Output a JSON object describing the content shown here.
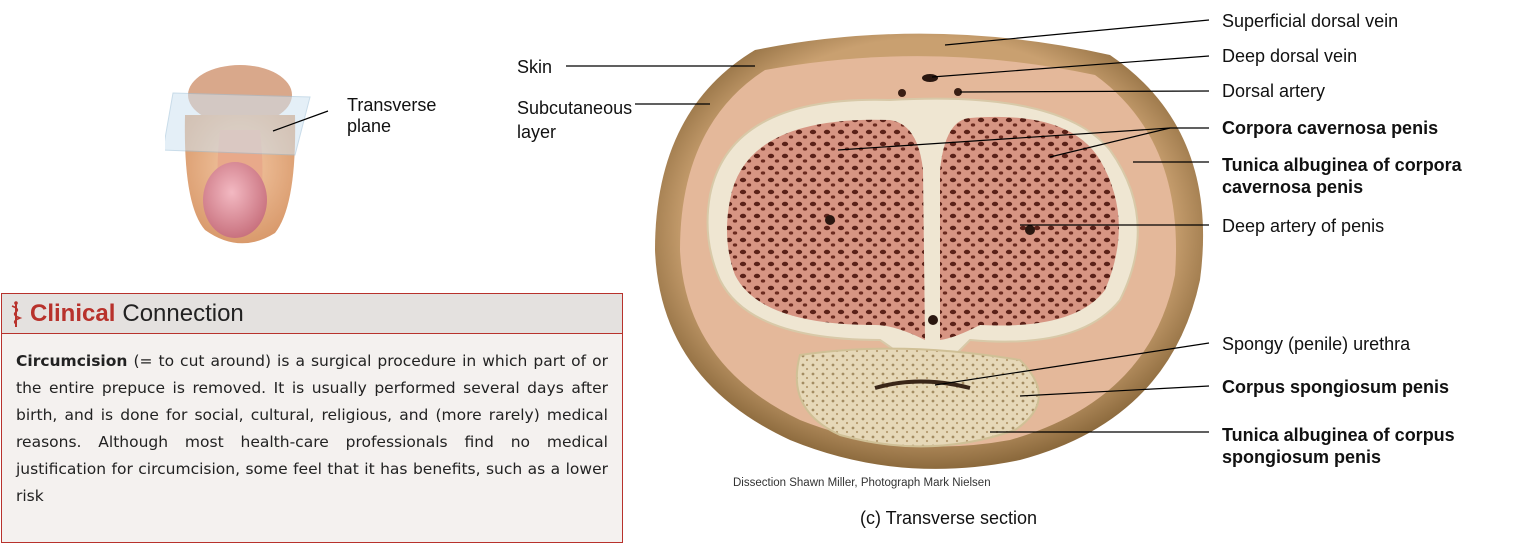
{
  "orientation_figure": {
    "plane_label": "Transverse plane"
  },
  "left_labels": {
    "skin": "Skin",
    "subcutaneous": "Subcutaneous layer"
  },
  "right_labels": [
    {
      "text": "Superficial dorsal vein",
      "bold": false
    },
    {
      "text": "Deep dorsal vein",
      "bold": false
    },
    {
      "text": "Dorsal artery",
      "bold": false
    },
    {
      "text": "Corpora cavernosa penis",
      "bold": true
    },
    {
      "text": "Tunica albuginea of corpora cavernosa penis",
      "bold": true
    },
    {
      "text": "Deep artery of penis",
      "bold": false
    },
    {
      "text": "Spongy (penile) urethra",
      "bold": false
    },
    {
      "text": "Corpus spongiosum penis",
      "bold": true
    },
    {
      "text": "Tunica albuginea of corpus spongiosum penis",
      "bold": true
    }
  ],
  "clinical": {
    "keyword": "Clinical",
    "rest": "Connection",
    "term": "Circumcision",
    "text": " (= to cut around) is a surgical procedure in which part of or the entire prepuce is removed. It is usually performed several days after birth, and is done for social, cultural, religious, and (more rarely) medical reasons. Although most health-care professionals find no medical justification for circumcision, some feel that it has benefits, such as a lower risk"
  },
  "credit": "Dissection Shawn Miller, Photograph Mark Nielsen",
  "caption": "(c) Transverse section",
  "colors": {
    "accent": "#b8322c",
    "tissue_outer": "#c9a070",
    "tissue_inner": "#c98a78"
  }
}
